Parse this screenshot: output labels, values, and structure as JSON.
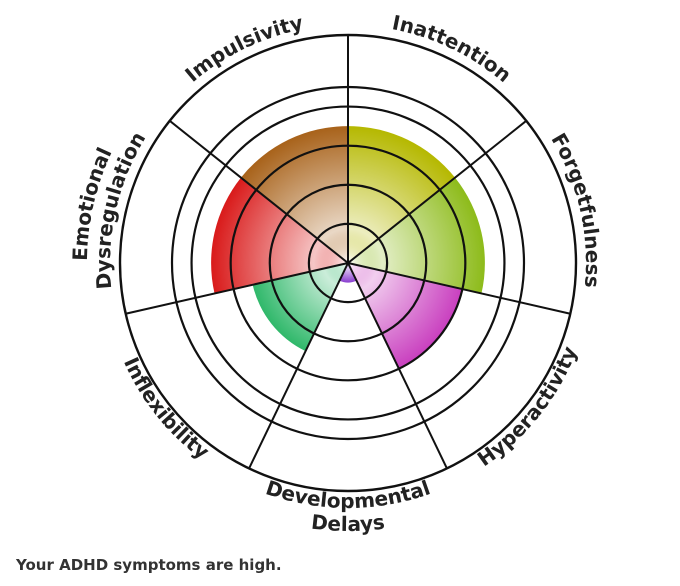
{
  "chart_data": {
    "type": "radial-bar",
    "categories": [
      {
        "label": [
          "Inattention"
        ],
        "value": 7,
        "color": "#b5b800"
      },
      {
        "label": [
          "Forgetfulness"
        ],
        "value": 7,
        "color": "#8dbb1a"
      },
      {
        "label": [
          "Hyperactivity"
        ],
        "value": 6,
        "color": "#c93fbf"
      },
      {
        "label": [
          "Developmental",
          "Delays"
        ],
        "value": 1,
        "color": "#8a3fd0"
      },
      {
        "label": [
          "Inflexibility"
        ],
        "value": 5,
        "color": "#2fb86a"
      },
      {
        "label": [
          "Emotional",
          "Dysregulation"
        ],
        "value": 7,
        "color": "#d91a1a"
      },
      {
        "label": [
          "Impulsivity"
        ],
        "value": 7,
        "color": "#a8621a"
      }
    ],
    "scale_max": 9,
    "rings": [
      2,
      4,
      6,
      8
    ]
  },
  "result_text": "Your ADHD symptoms are high."
}
